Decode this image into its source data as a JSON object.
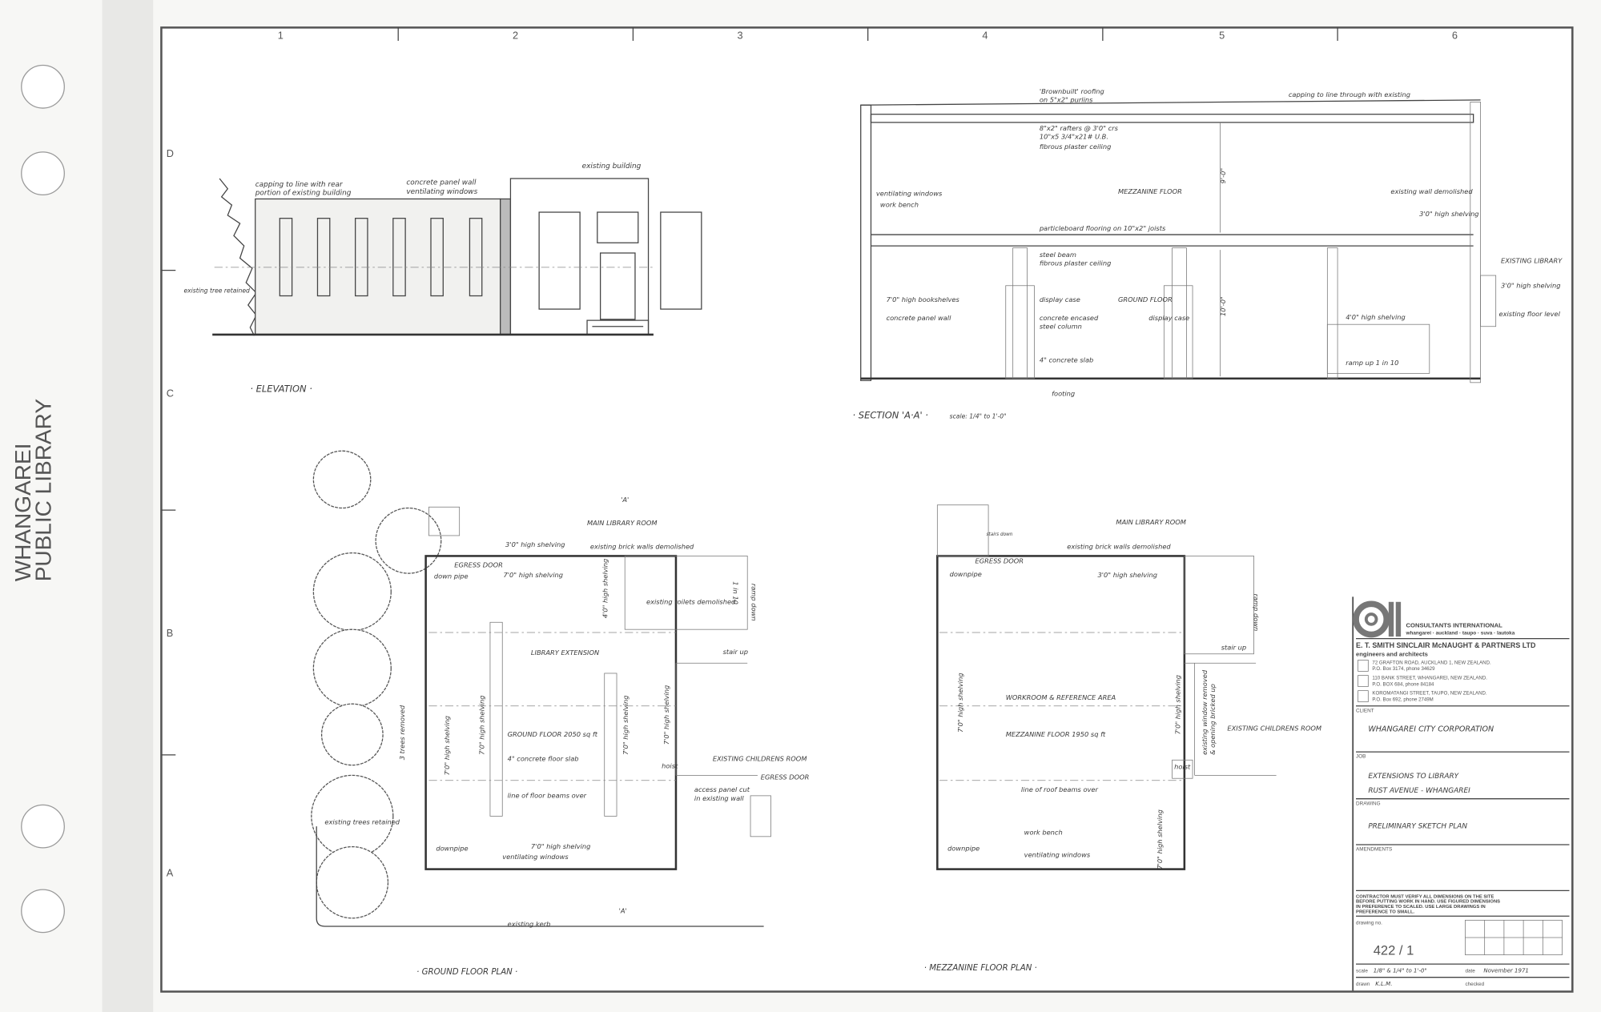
{
  "side_label": {
    "line1": "WHANGAREI",
    "line2": "PUBLIC LIBRARY"
  },
  "grid": {
    "columns": [
      "1",
      "2",
      "3",
      "4",
      "5",
      "6"
    ],
    "rows": [
      "D",
      "C",
      "B",
      "A"
    ]
  },
  "elevation": {
    "title": "· ELEVATION ·",
    "notes": [
      "capping to line with rear",
      "portion of existing building",
      "concrete panel wall",
      "ventilating windows",
      "existing building",
      "existing tree retained"
    ]
  },
  "section": {
    "title": "· SECTION 'A·A' ·",
    "scale": "scale: 1/4\" to 1'-0\"",
    "notes": [
      "'Brownbuilt' roofing",
      "on 5\"x2\" purlins",
      "capping to line through with existing",
      "8\"x2\" rafters @ 3'0\" crs",
      "10\"x5 3/4\"x21# U.B.",
      "fibrous plaster ceiling",
      "ventilating windows",
      "work bench",
      "MEZZANINE FLOOR",
      "existing wall demolished",
      "3'0\" high shelving",
      "particleboard flooring on 10\"x2\" joists",
      "steel beam",
      "fibrous plaster ceiling",
      "EXISTING LIBRARY",
      "3'0\" high shelving",
      "existing floor level",
      "7'0\" high bookshelves",
      "concrete panel wall",
      "display case",
      "concrete encased",
      "steel column",
      "GROUND FLOOR",
      "display case",
      "4'0\" high shelving",
      "4\" concrete slab",
      "ramp up 1 in 10",
      "footing",
      "9'-0\"",
      "10'-0\""
    ]
  },
  "ground_plan": {
    "title": "· GROUND FLOOR PLAN ·",
    "notes": [
      "'A'",
      "MAIN LIBRARY ROOM",
      "3'0\" high shelving",
      "existing brick walls demolished",
      "EGRESS DOOR",
      "down pipe",
      "7'0\" high shelving",
      "existing toilets demolished",
      "4'0\" high shelving",
      "ramp down",
      "1 in 10",
      "stair up",
      "LIBRARY EXTENSION",
      "7'0\" high shelving",
      "7'0\" high shelving",
      "7'0\" high shelving",
      "7'0\" high shelving",
      "GROUND FLOOR 2050 sq ft",
      "4\" concrete floor slab",
      "line of floor beams over",
      "EXISTING CHILDRENS ROOM",
      "hoist",
      "access panel cut",
      "in existing wall",
      "EGRESS DOOR",
      "existing trees retained",
      "3 trees removed",
      "downpipe",
      "7'0\" high shelving",
      "ventilating windows",
      "existing kerb",
      "'A'"
    ]
  },
  "mezzanine_plan": {
    "title": "· MEZZANINE FLOOR PLAN ·",
    "notes": [
      "MAIN LIBRARY ROOM",
      "stairs down",
      "existing brick walls demolished",
      "EGRESS DOOR",
      "downpipe",
      "3'0\" high shelving",
      "ramp down",
      "stair up",
      "7'0\" high shelving",
      "WORKROOM & REFERENCE AREA",
      "MEZZANINE FLOOR 1950 sq ft",
      "7'0\" high shelving",
      "existing window removed",
      "& opening bricked up",
      "EXISTING CHILDRENS ROOM",
      "hoist",
      "line of roof beams over",
      "work bench",
      "7'0\" high shelving",
      "downpipe",
      "ventilating windows"
    ]
  },
  "title_block": {
    "logo": "CI",
    "consultants": "CONSULTANTS INTERNATIONAL",
    "cities": "whangarei · auckland · taupo · suva · lautoka",
    "firm": "E. T. SMITH SINCLAIR McNAUGHT & PARTNERS LTD",
    "firm_sub": "engineers and architects",
    "addresses": [
      {
        "line1": "72 GRAFTON ROAD, AUCKLAND 1, NEW ZEALAND.",
        "line2": "P.O. Box 3174, phone 34629"
      },
      {
        "line1": "110 BANK STREET, WHANGAREI, NEW ZEALAND.",
        "line2": "P.O. BOX 684, phone 84184"
      },
      {
        "line1": "KOROMATANGI STREET, TAUPO, NEW ZEALAND.",
        "line2": "P.O. Box 692, phone 2749M"
      }
    ],
    "client_label": "CLIENT",
    "client": "WHANGAREI CITY CORPORATION",
    "job_label": "JOB",
    "job_line1": "EXTENSIONS TO LIBRARY",
    "job_line2": "RUST AVENUE - WHANGAREI",
    "drawing_label": "DRAWING",
    "drawing": "PRELIMINARY SKETCH PLAN",
    "amendments_label": "AMENDMENTS",
    "contractor_note": [
      "CONTRACTOR MUST VERIFY ALL DIMENSIONS ON THE SITE",
      "BEFORE PUTTING WORK IN HAND. USE FIGURED DIMENSIONS",
      "IN PREFERENCE TO SCALED. USE LARGE DRAWINGS IN",
      "PREFERENCE TO SMALL."
    ],
    "drawing_no_label": "drawing no.",
    "drawing_no": "422 / 1",
    "scale_label": "scale",
    "scale": "1/8\" & 1/4\" to 1'-0\"",
    "date_label": "date",
    "date": "November 1971",
    "drawn_label": "drawn",
    "drawn": "K.L.M.",
    "checked_label": "checked"
  }
}
